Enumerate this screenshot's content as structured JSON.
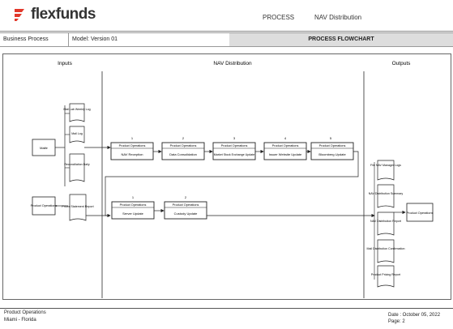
{
  "header": {
    "logo_text": "flexfunds",
    "nav": [
      "PROCESS",
      "NAV Distribution"
    ]
  },
  "bar": {
    "business_process": "Business Process",
    "model": "Model: Version 01",
    "title": "PROCESS FLOWCHART"
  },
  "lanes": {
    "inputs": "Inputs",
    "middle": "NAV Distribution",
    "outputs": "Outputs"
  },
  "inputs": {
    "trigger_1": "Mailtr",
    "trigger_2": "Product Operations",
    "docs": [
      "Mail Lab Weekly Log",
      "Mail Log",
      "Reconciliation Daily",
      "Prices Statement Report"
    ]
  },
  "steps": {
    "row1": [
      {
        "num": "1",
        "role": "Product Operations",
        "task": "NAV Reception"
      },
      {
        "num": "2",
        "role": "Product Operations",
        "task": "Data Consolidation"
      },
      {
        "num": "3",
        "role": "Product Operations",
        "task": "Market Stock Exchange Update"
      },
      {
        "num": "4",
        "role": "Product Operations",
        "task": "Issuer Website Update"
      },
      {
        "num": "5",
        "role": "Product Operations",
        "task": "Bloomberg Update"
      }
    ],
    "row2": [
      {
        "num": "1",
        "role": "Product Operations",
        "task": "Server Update"
      },
      {
        "num": "2",
        "role": "Product Operations",
        "task": "Custody Update"
      }
    ]
  },
  "outputs": {
    "docs": [
      "File NAV Manager Logs",
      "NAV Distribution Summary",
      "NAV Distribution Report",
      "Mail Distribution Confirmation",
      "Product Pricing Report"
    ],
    "target": "Product Operations"
  },
  "footer": {
    "dept": "Product Operations",
    "location": "Miami - Florida",
    "date": "Date : October 05, 2022",
    "page": "Page: 2"
  }
}
